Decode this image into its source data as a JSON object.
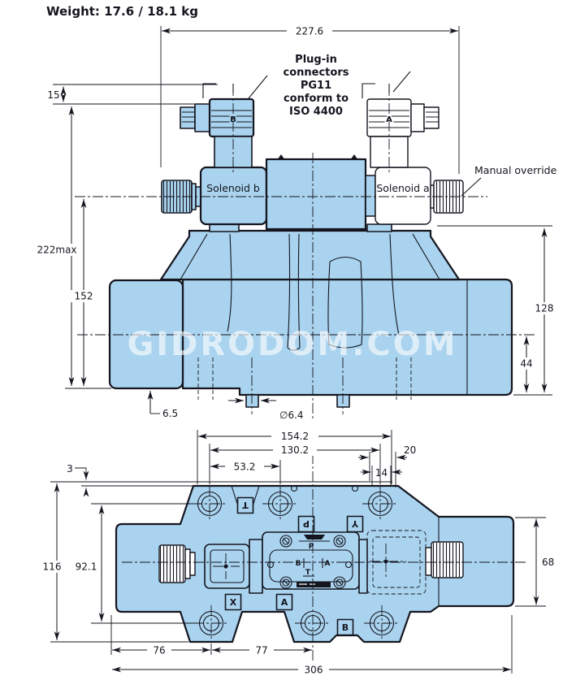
{
  "header": {
    "weight_label": "Weight: 17.6 / 18.1 kg"
  },
  "watermark": "GIDRODOM.COM",
  "annotations": {
    "plug_in_note_lines": [
      "Plug-in",
      "connectors",
      "PG11",
      "conform to",
      "ISO 4400"
    ],
    "manual_override": "Manual override",
    "solenoid_b": "Solenoid b",
    "solenoid_a": "Solenoid a"
  },
  "connectors": {
    "b": "B",
    "a": "A"
  },
  "ports": {
    "t": "T",
    "p": "P",
    "y": "Y",
    "x": "X",
    "a": "A",
    "b": "B"
  },
  "port_face": {
    "p": "P",
    "b": "B",
    "a": "A",
    "t": "T"
  },
  "dimensions": {
    "upper": {
      "overall_width": "227.6",
      "connector_clearance": "15",
      "max_height": "222max",
      "axis_to_base": "152",
      "face_to_base": "128",
      "axis_to_bottom": "44",
      "step": "6.5",
      "pin_diameter": "∅6.4"
    },
    "lower": {
      "flange_width": "154.2",
      "bolt_span": "130.2",
      "bolt_left_span": "53.2",
      "offset_20": "20",
      "offset_14": "14",
      "plate_offset": "3",
      "overall_height": "116",
      "bolt_vertical_span": "92.1",
      "cap_height": "68",
      "hole_pitch_left": "76",
      "hole_pitch_right": "77",
      "overall_length": "306"
    }
  },
  "colors": {
    "body_fill": "#a9d3ee",
    "line": "#15151f",
    "background": "#ffffff",
    "watermark": "rgba(255,255,255,0.62)"
  }
}
